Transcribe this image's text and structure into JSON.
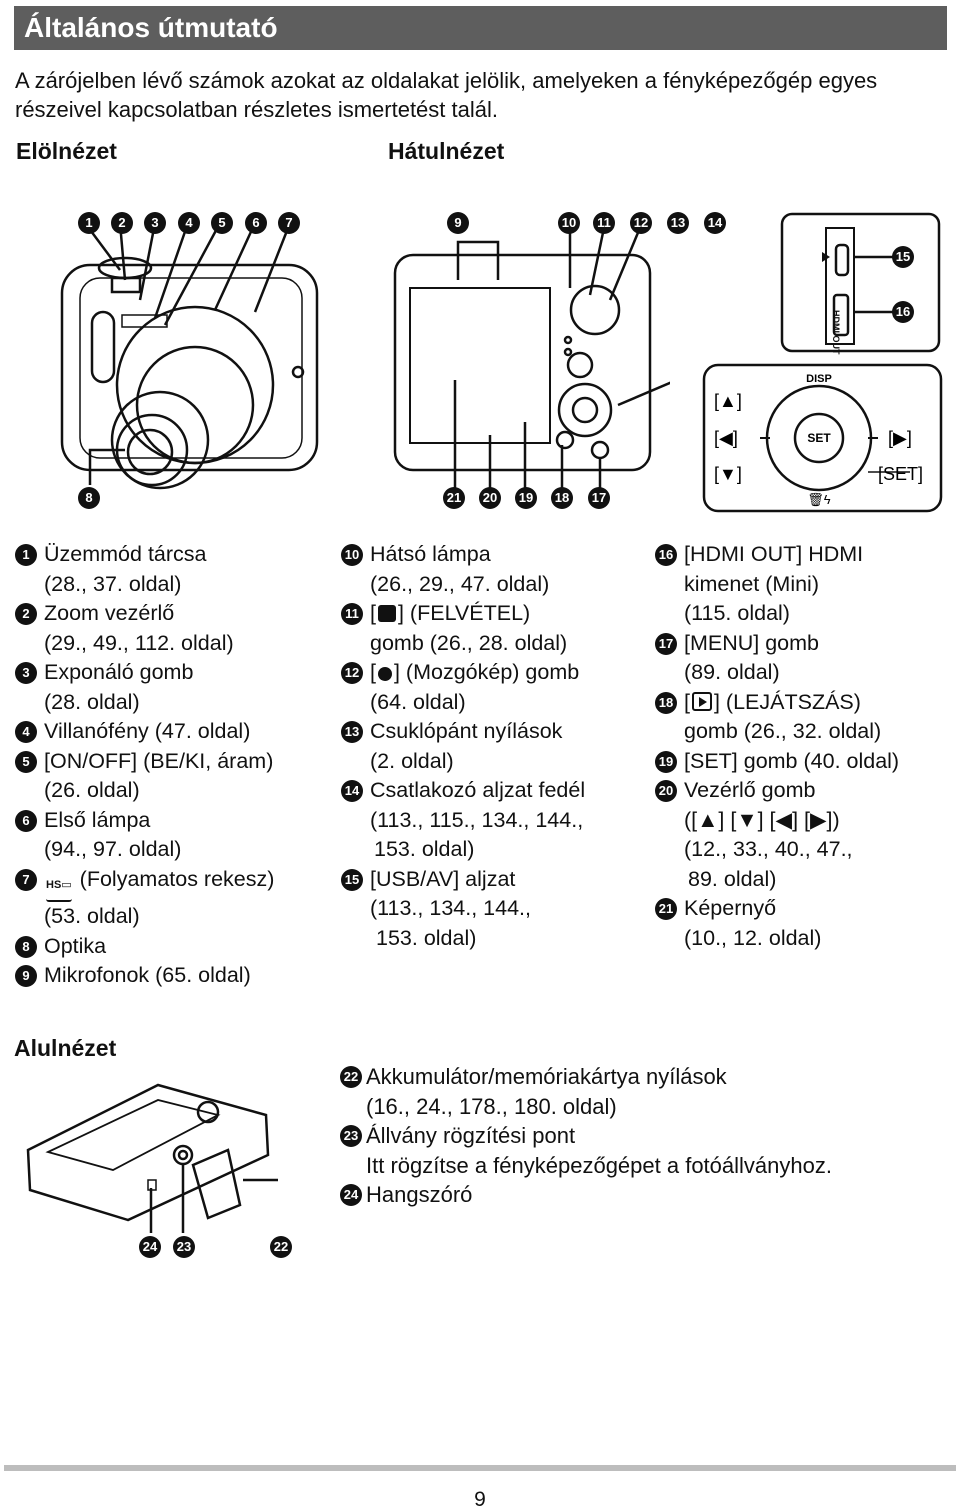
{
  "header": {
    "title": "Általános útmutató"
  },
  "intro": "A zárójelben lévő számok azokat az oldalakat jelölik, amelyeken a fényképezőgép egyes részeivel kapcsolatban részletes ismertetést talál.",
  "views": {
    "front": "Elölnézet",
    "back": "Hátulnézet",
    "bottom": "Alulnézet"
  },
  "diagram": {
    "dpad_up": "[▲]",
    "dpad_left": "[◀]",
    "dpad_down": "[▼]",
    "dpad_right": "[▶]",
    "set_label": "[SET]",
    "disp": "DISP",
    "set_btn": "SET",
    "hdmi": "HDMI OUT",
    "trash": "🗑ϟ"
  },
  "callout_numbers": {
    "front_top": [
      "1",
      "2",
      "3",
      "4",
      "5",
      "6",
      "7"
    ],
    "front_bottom": "8",
    "back_top": [
      "9",
      "10",
      "11",
      "12",
      "13",
      "14"
    ],
    "back_right": [
      "15",
      "16"
    ],
    "back_bottom": [
      "21",
      "20",
      "19",
      "18",
      "17"
    ],
    "bottom_view": [
      "24",
      "23",
      "22"
    ]
  },
  "parts_col1": [
    {
      "n": "1",
      "l1": "Üzemmód tárcsa",
      "l2": "(28., 37. oldal)"
    },
    {
      "n": "2",
      "l1": "Zoom vezérlő",
      "l2": "(29., 49., 112. oldal)"
    },
    {
      "n": "3",
      "l1": "Exponáló gomb",
      "l2": "(28. oldal)"
    },
    {
      "n": "4",
      "l1": "Villanófény (47. oldal)",
      "l2": ""
    },
    {
      "n": "5",
      "l1": "[ON/OFF] (BE/KI, áram)",
      "l2": "(26. oldal)"
    },
    {
      "n": "6",
      "l1": "Első lámpa",
      "l2": "(94., 97. oldal)"
    },
    {
      "n": "7",
      "l1": "(Folyamatos rekesz)",
      "l2": "(53. oldal)"
    },
    {
      "n": "8",
      "l1": "Optika",
      "l2": ""
    },
    {
      "n": "9",
      "l1": "Mikrofonok (65. oldal)",
      "l2": ""
    }
  ],
  "parts_col2": [
    {
      "n": "10",
      "l1": "Hátsó lámpa",
      "l2": "(26., 29., 47. oldal)",
      "l3": ""
    },
    {
      "n": "11",
      "l1": "] (FELVÉTEL)",
      "l2": "gomb (26., 28. oldal)",
      "l3": ""
    },
    {
      "n": "12",
      "l1": "] (Mozgókép) gomb",
      "l2": "(64. oldal)",
      "l3": ""
    },
    {
      "n": "13",
      "l1": "Csuklópánt nyílások",
      "l2": "(2. oldal)",
      "l3": ""
    },
    {
      "n": "14",
      "l1": "Csatlakozó aljzat fedél",
      "l2": "(113., 115., 134., 144.,",
      "l3": "153. oldal)"
    },
    {
      "n": "15",
      "l1": "[USB/AV] aljzat",
      "l2": "(113., 134., 144.,",
      "l3": "153. oldal)"
    }
  ],
  "parts_col3": [
    {
      "n": "16",
      "l1": "[HDMI OUT] HDMI",
      "l2": "kimenet (Mini)",
      "l3": "(115. oldal)"
    },
    {
      "n": "17",
      "l1": "[MENU] gomb",
      "l2": "(89. oldal)",
      "l3": ""
    },
    {
      "n": "18",
      "l1": "] (LEJÁTSZÁS)",
      "l2": "gomb (26., 32. oldal)",
      "l3": ""
    },
    {
      "n": "19",
      "l1": "[SET] gomb (40. oldal)",
      "l2": "",
      "l3": ""
    },
    {
      "n": "20",
      "l1": "Vezérlő gomb",
      "l2": "([▲] [▼] [◀] [▶])",
      "l3": "(12., 33., 40., 47.,",
      "l4": "89. oldal)"
    },
    {
      "n": "21",
      "l1": "Képernyő",
      "l2": "(10., 12. oldal)",
      "l3": ""
    }
  ],
  "parts_bottom": [
    {
      "n": "22",
      "l1": "Akkumulátor/memóriakártya nyílások",
      "l2": "(16., 24., 178., 180. oldal)"
    },
    {
      "n": "23",
      "l1": "Állvány rögzítési pont",
      "l2": "Itt rögzítse a fényképezőgépet a fotóállványhoz."
    },
    {
      "n": "24",
      "l1": "Hangszóró",
      "l2": ""
    }
  ],
  "page_number": "9"
}
